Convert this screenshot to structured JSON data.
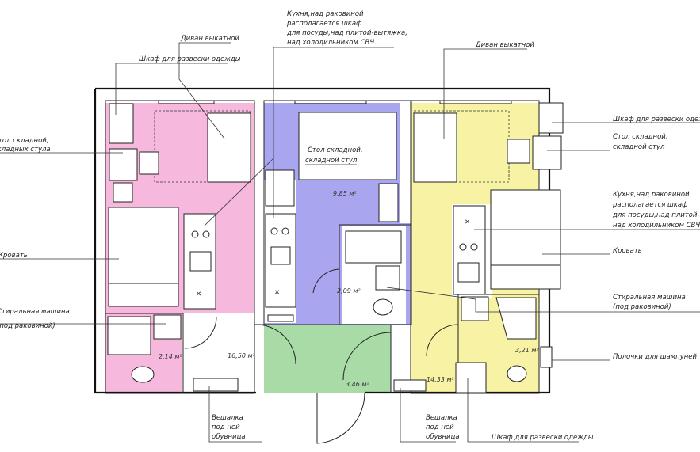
{
  "colors": {
    "left_room": "#f6b9dd",
    "left_bath": "#f6b9dd",
    "middle_room": "#a9a6ef",
    "right_room": "#f7f2a4",
    "hall": "#a9dba6"
  },
  "labels": {
    "left": {
      "sofa": "Диван выкатной",
      "wardrobe": "Шкаф для развески одежды",
      "table_line1": "Стол складной,",
      "table_line2": "складных стула",
      "bed": "Кровать",
      "washer_line1": "Стиральная машина",
      "washer_line2": "(под раковиной)"
    },
    "middle": {
      "kitchen_line1": "Кухня,над раковиной",
      "kitchen_line2": "располагается шкаф",
      "kitchen_line3": "для посуды,над плитой-вытяжка,",
      "kitchen_line4": "над холодильником СВЧ.",
      "table_line1": "Стол складной,",
      "table_line2": "складной стул"
    },
    "right": {
      "sofa": "Диван выкатной",
      "wardrobe": "Шкаф для развески одежды",
      "table_line1": "Стол складной,",
      "table_line2": "складной стул",
      "kitchen_line1": "Кухня,над раковиной",
      "kitchen_line2": "располагается шкаф",
      "kitchen_line3": "для посуды,над плитой-вытяжка,",
      "kitchen_line4": "над холодильником СВЧ.",
      "bed": "Кровать",
      "washer_line1": "Стиральная машина",
      "washer_line2": "(под раковиной)",
      "shelves": "Полочки для шампуней",
      "wardrobe_bottom": "Шкаф для развески одежды"
    },
    "bottom": {
      "hanger1_line1": "Вешалка",
      "hanger1_line2": "под ней",
      "hanger1_line3": "обувница",
      "hanger2_line1": "Вешалка",
      "hanger2_line2": "под ней",
      "hanger2_line3": "обувница"
    }
  },
  "areas": {
    "left_bath": "2,14 м²",
    "left_room": "16,50 м²",
    "middle_room": "9,85 м²",
    "middle_bath": "2,09 м²",
    "hall": "3,46 м²",
    "right_room": "14,33 м²",
    "right_bath": "3,21 м²"
  }
}
